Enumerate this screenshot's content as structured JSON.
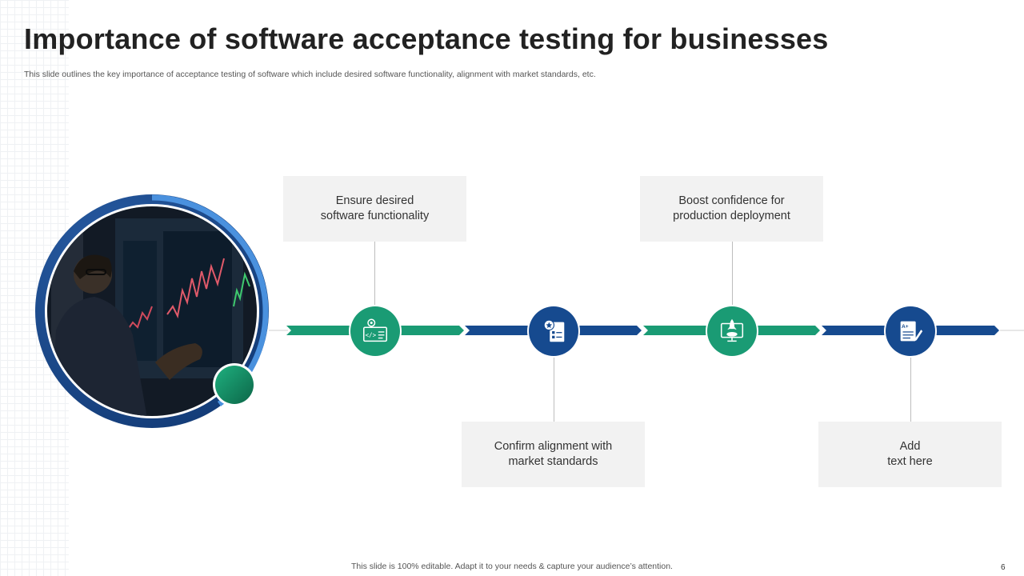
{
  "slide": {
    "title": "Importance of software acceptance testing for businesses",
    "subtitle": "This slide outlines the key importance of acceptance testing of software which include desired software functionality, alignment with market standards, etc.",
    "footer": "This slide is 100% editable. Adapt it to your needs & capture your audience’s attention.",
    "page_number": "6"
  },
  "colors": {
    "green": "#1a9b74",
    "blue": "#164a8f",
    "light_blue": "#3f86d6",
    "box_bg": "#f2f2f2"
  },
  "steps": [
    {
      "line1": "Ensure desired",
      "line2": "software functionality",
      "icon": "code-monitor-icon",
      "color": "green"
    },
    {
      "line1": "Confirm alignment with",
      "line2": "market standards",
      "icon": "checklist-badge-icon",
      "color": "blue"
    },
    {
      "line1": "Boost confidence for",
      "line2": "production deployment",
      "icon": "rocket-monitor-icon",
      "color": "green"
    },
    {
      "line1": "Add",
      "line2": "text here",
      "icon": "graded-document-icon",
      "color": "blue"
    }
  ],
  "icon_text": {
    "code_tag": "</>",
    "grade": "A+"
  }
}
